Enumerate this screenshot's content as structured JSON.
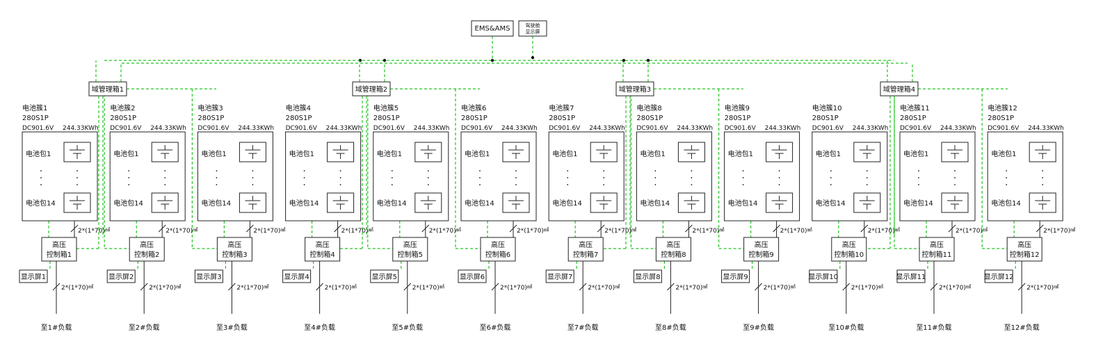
{
  "top": {
    "ems_label": "EMS&AMS",
    "hmi_label_line1": "驾驶舱",
    "hmi_label_line2": "显示屏"
  },
  "domains": [
    {
      "label": "域管理箱1"
    },
    {
      "label": "域管理箱2"
    },
    {
      "label": "域管理箱3"
    },
    {
      "label": "域管理箱4"
    }
  ],
  "clusters": [
    {
      "name": "电池簇1",
      "config": "280S1P",
      "voltage": "DC901.6V",
      "energy": "244.33KWh",
      "pack_first": "电池包1",
      "pack_last": "电池包14",
      "cable_top": "2*(1*70)",
      "hv_line1": "高压",
      "hv_line2": "控制箱1",
      "display": "显示屏1",
      "cable_bottom": "2*(1*70)",
      "load": "至1#负载"
    },
    {
      "name": "电池簇2",
      "config": "280S1P",
      "voltage": "DC901.6V",
      "energy": "244.33KWh",
      "pack_first": "电池包1",
      "pack_last": "电池包14",
      "cable_top": "2*(1*70)",
      "hv_line1": "高压",
      "hv_line2": "控制箱2",
      "display": "显示屏2",
      "cable_bottom": "2*(1*70)",
      "load": "至2#负载"
    },
    {
      "name": "电池簇3",
      "config": "280S1P",
      "voltage": "DC901.6V",
      "energy": "244.33KWh",
      "pack_first": "电池包1",
      "pack_last": "电池包14",
      "cable_top": "2*(1*70)",
      "hv_line1": "高压",
      "hv_line2": "控制箱3",
      "display": "显示屏3",
      "cable_bottom": "2*(1*70)",
      "load": "至3#负载"
    },
    {
      "name": "电池簇4",
      "config": "280S1P",
      "voltage": "DC901.6V",
      "energy": "244.33KWh",
      "pack_first": "电池包1",
      "pack_last": "电池包14",
      "cable_top": "2*(1*70)",
      "hv_line1": "高压",
      "hv_line2": "控制箱4",
      "display": "显示屏4",
      "cable_bottom": "2*(1*70)",
      "load": "至4#负载"
    },
    {
      "name": "电池簇5",
      "config": "280S1P",
      "voltage": "DC901.6V",
      "energy": "244.33KWh",
      "pack_first": "电池包1",
      "pack_last": "电池包14",
      "cable_top": "2*(1*70)",
      "hv_line1": "高压",
      "hv_line2": "控制箱5",
      "display": "显示屏5",
      "cable_bottom": "2*(1*70)",
      "load": "至5#负载"
    },
    {
      "name": "电池簇6",
      "config": "280S1P",
      "voltage": "DC901.6V",
      "energy": "244.33KWh",
      "pack_first": "电池包1",
      "pack_last": "电池包14",
      "cable_top": "2*(1*70)",
      "hv_line1": "高压",
      "hv_line2": "控制箱6",
      "display": "显示屏6",
      "cable_bottom": "2*(1*70)",
      "load": "至6#负载"
    },
    {
      "name": "电池簇7",
      "config": "280S1P",
      "voltage": "DC901.6V",
      "energy": "244.33KWh",
      "pack_first": "电池包1",
      "pack_last": "电池包14",
      "cable_top": "2*(1*70)",
      "hv_line1": "高压",
      "hv_line2": "控制箱7",
      "display": "显示屏7",
      "cable_bottom": "2*(1*70)",
      "load": "至7#负载"
    },
    {
      "name": "电池簇8",
      "config": "280S1P",
      "voltage": "DC901.6V",
      "energy": "244.33KWh",
      "pack_first": "电池包1",
      "pack_last": "电池包14",
      "cable_top": "2*(1*70)",
      "hv_line1": "高压",
      "hv_line2": "控制箱8",
      "display": "显示屏8",
      "cable_bottom": "2*(1*70)",
      "load": "至8#负载"
    },
    {
      "name": "电池簇9",
      "config": "280S1P",
      "voltage": "DC901.6V",
      "energy": "244.33KWh",
      "pack_first": "电池包1",
      "pack_last": "电池包14",
      "cable_top": "2*(1*70)",
      "hv_line1": "高压",
      "hv_line2": "控制箱9",
      "display": "显示屏9",
      "cable_bottom": "2*(1*70)",
      "load": "至9#负载"
    },
    {
      "name": "电池簇10",
      "config": "280S1P",
      "voltage": "DC901.6V",
      "energy": "244.33KWh",
      "pack_first": "电池包1",
      "pack_last": "电池包14",
      "cable_top": "2*(1*70)",
      "hv_line1": "高压",
      "hv_line2": "控制箱10",
      "display": "显示屏10",
      "cable_bottom": "2*(1*70)",
      "load": "至10#负载"
    },
    {
      "name": "电池簇11",
      "config": "280S1P",
      "voltage": "DC901.6V",
      "energy": "244.33KWh",
      "pack_first": "电池包1",
      "pack_last": "电池包14",
      "cable_top": "2*(1*70)",
      "hv_line1": "高压",
      "hv_line2": "控制箱11",
      "display": "显示屏11",
      "cable_bottom": "2*(1*70)",
      "load": "至11#负载"
    },
    {
      "name": "电池簇12",
      "config": "280S1P",
      "voltage": "DC901.6V",
      "energy": "244.33KWh",
      "pack_first": "电池包1",
      "pack_last": "电池包14",
      "cable_top": "2*(1*70)",
      "hv_line1": "高压",
      "hv_line2": "控制箱12",
      "display": "显示屏12",
      "cable_bottom": "2*(1*70)",
      "load": "至12#负载"
    }
  ],
  "units": {
    "cable_area_unit": "㎟"
  },
  "colors": {
    "line": "#222222",
    "comm_bus": "#22c422",
    "background": "#ffffff"
  }
}
